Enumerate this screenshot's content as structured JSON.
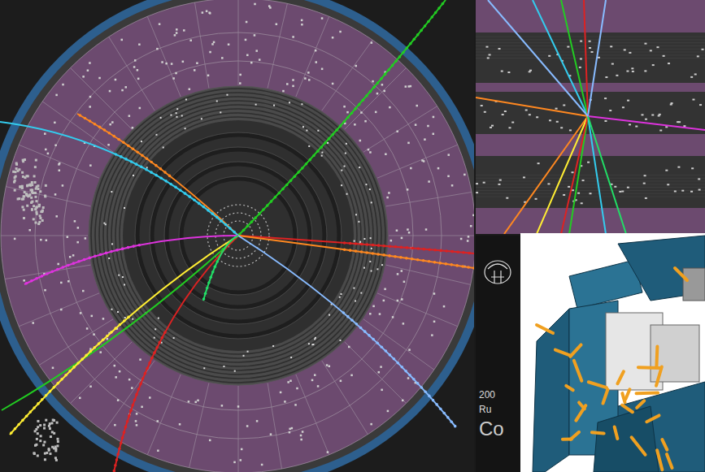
{
  "diagram": {
    "labels": [
      "200",
      "Ru",
      "Co"
    ]
  }
}
